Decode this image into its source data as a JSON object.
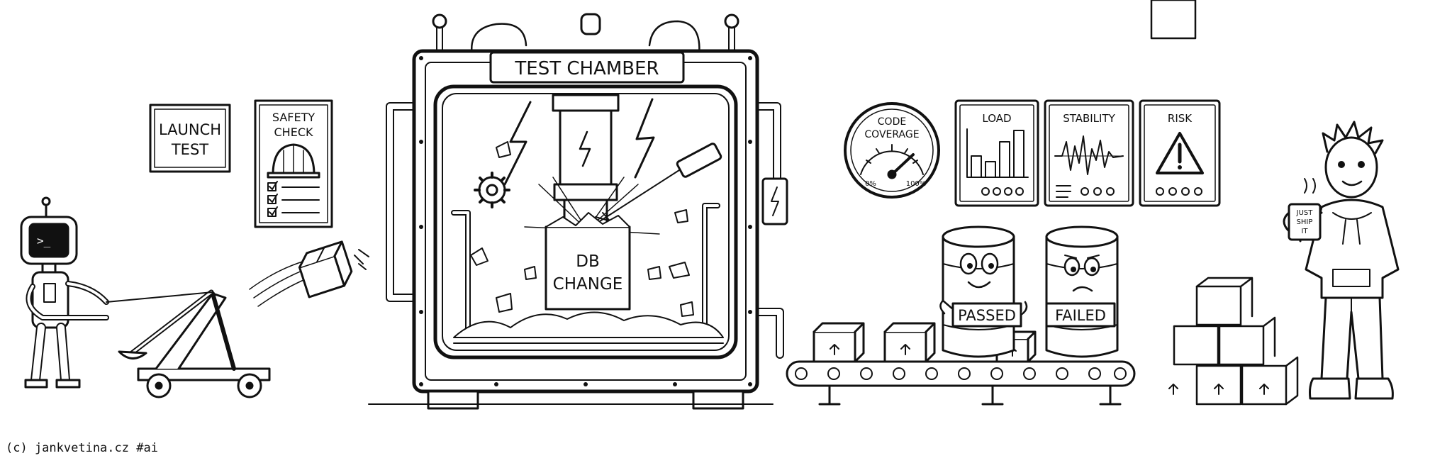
{
  "signs": {
    "launch_line1": "LAUNCH",
    "launch_line2": "TEST",
    "safety_line1": "SAFETY",
    "safety_line2": "CHECK"
  },
  "chamber": {
    "title": "TEST CHAMBER",
    "box_line1": "DB",
    "box_line2": "CHANGE"
  },
  "dashboard": {
    "gauge_line1": "CODE",
    "gauge_line2": "COVERAGE",
    "gauge_min": "0%",
    "gauge_max": "100%",
    "panel_load": "LOAD",
    "panel_stability": "STABILITY",
    "panel_risk": "RISK"
  },
  "results": {
    "passed": "PASSED",
    "failed": "FAILED"
  },
  "person": {
    "mug_line1": "JUST",
    "mug_line2": "SHIP",
    "mug_line3": "IT"
  },
  "credit": "(c) jankvetina.cz #ai"
}
